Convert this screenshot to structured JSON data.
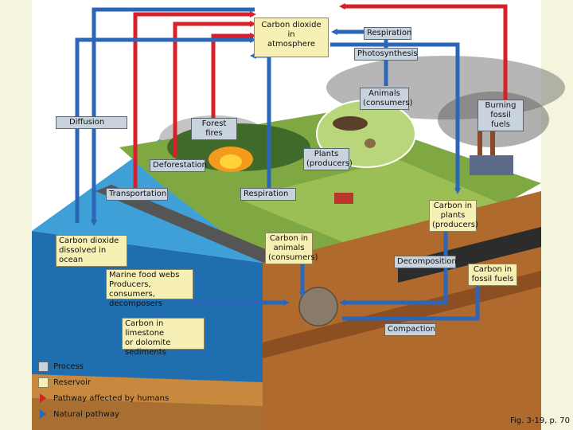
{
  "colors": {
    "human_pathway": "#d6212b",
    "natural_pathway": "#2b66b8",
    "process_fill": "#c9d3de",
    "reservoir_fill": "#f7f0b4",
    "ocean": "#2f8fcf",
    "grass": "#7fa843",
    "soil": "#b06a2e"
  },
  "labels": {
    "co2_atmosphere": "Carbon dioxide in\natmosphere",
    "respiration_top": "Respiration",
    "photosynthesis": "Photosynthesis",
    "animals": "Animals\n(consumers)",
    "burning": "Burning\nfossil fuels",
    "diffusion": "Diffusion",
    "forest_fires": "Forest fires",
    "plants": "Plants\n(producers)",
    "deforestation": "Deforestation",
    "transportation": "Transportation",
    "respiration_mid": "Respiration",
    "carbon_in_plants": "Carbon in\nplants\n(producers)",
    "co2_ocean": "Carbon dioxide\ndissolved in ocean",
    "carbon_in_animals": "Carbon in\nanimals\n(consumers)",
    "decomposition": "Decomposition",
    "carbon_fossil": "Carbon in\nfossil fuels",
    "marine_food_webs": "Marine food webs\nProducers, consumers,\ndecomposers",
    "carbon_limestone": "Carbon in limestone\nor dolomite\nsediments",
    "compaction": "Compaction"
  },
  "legend": [
    {
      "label": "Process",
      "kind": "process"
    },
    {
      "label": "Reservoir",
      "kind": "reservoir"
    },
    {
      "label": "Pathway affected by humans",
      "kind": "human"
    },
    {
      "label": "Natural pathway",
      "kind": "natural"
    }
  ],
  "caption": "Fig. 3-19, p. 70"
}
